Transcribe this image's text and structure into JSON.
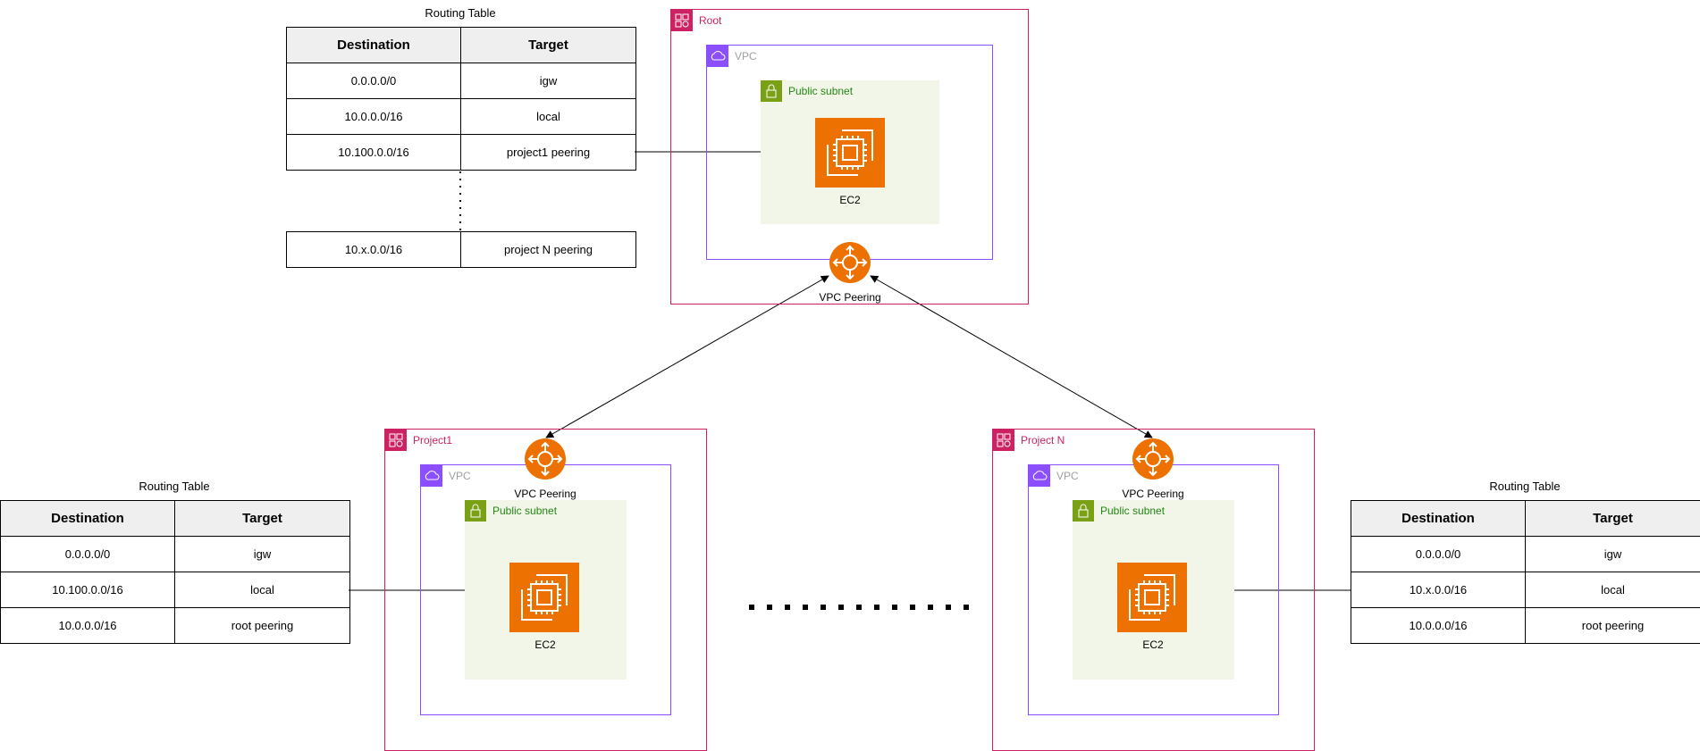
{
  "root_table": {
    "caption": "Routing Table",
    "headers": [
      "Destination",
      "Target"
    ],
    "rows": [
      [
        "0.0.0.0/0",
        "igw"
      ],
      [
        "10.0.0.0/16",
        "local"
      ],
      [
        "10.100.0.0/16",
        "project1 peering"
      ]
    ],
    "extra_row": [
      "10.x.0.0/16",
      "project N peering"
    ]
  },
  "project1_table": {
    "caption": "Routing Table",
    "headers": [
      "Destination",
      "Target"
    ],
    "rows": [
      [
        "0.0.0.0/0",
        "igw"
      ],
      [
        "10.100.0.0/16",
        "local"
      ],
      [
        "10.0.0.0/16",
        "root peering"
      ]
    ]
  },
  "projectN_table": {
    "caption": "Routing Table",
    "headers": [
      "Destination",
      "Target"
    ],
    "rows": [
      [
        "0.0.0.0/0",
        "igw"
      ],
      [
        "10.x.0.0/16",
        "local"
      ],
      [
        "10.0.0.0/16",
        "root peering"
      ]
    ]
  },
  "root": {
    "account_label": "Root",
    "vpc_label": "VPC",
    "subnet_label": "Public subnet",
    "ec2_label": "EC2",
    "peering_label": "VPC Peering"
  },
  "project1": {
    "account_label": "Project1",
    "vpc_label": "VPC",
    "subnet_label": "Public subnet",
    "ec2_label": "EC2",
    "peering_label": "VPC Peering"
  },
  "projectN": {
    "account_label": "Project N",
    "vpc_label": "VPC",
    "subnet_label": "Public subnet",
    "ec2_label": "EC2",
    "peering_label": "VPC Peering"
  },
  "colors": {
    "account": "#cc2264",
    "vpc": "#8c4fff",
    "subnet": "#7aa116",
    "ec2": "#ed7100",
    "peering": "#ed7100"
  }
}
